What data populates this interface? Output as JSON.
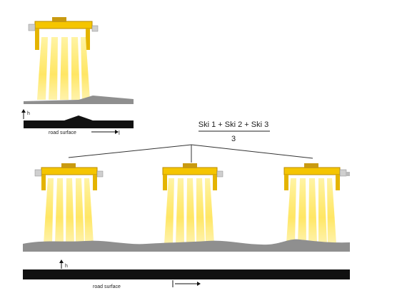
{
  "formula": {
    "numerator": "Ski 1 + Ski 2 + Ski 3",
    "denominator": "3"
  },
  "top_panel": {
    "height_symbol": "h",
    "road_label": "road surface",
    "length_symbol": "l"
  },
  "bottom_panel": {
    "height_symbol": "h",
    "road_label": "road surface",
    "length_symbol": "l"
  },
  "colors": {
    "beam": "#f5c500",
    "beam_dark": "#b88a00",
    "ground": "#8f8f8f",
    "road": "#111111",
    "light": "#ffe866"
  }
}
